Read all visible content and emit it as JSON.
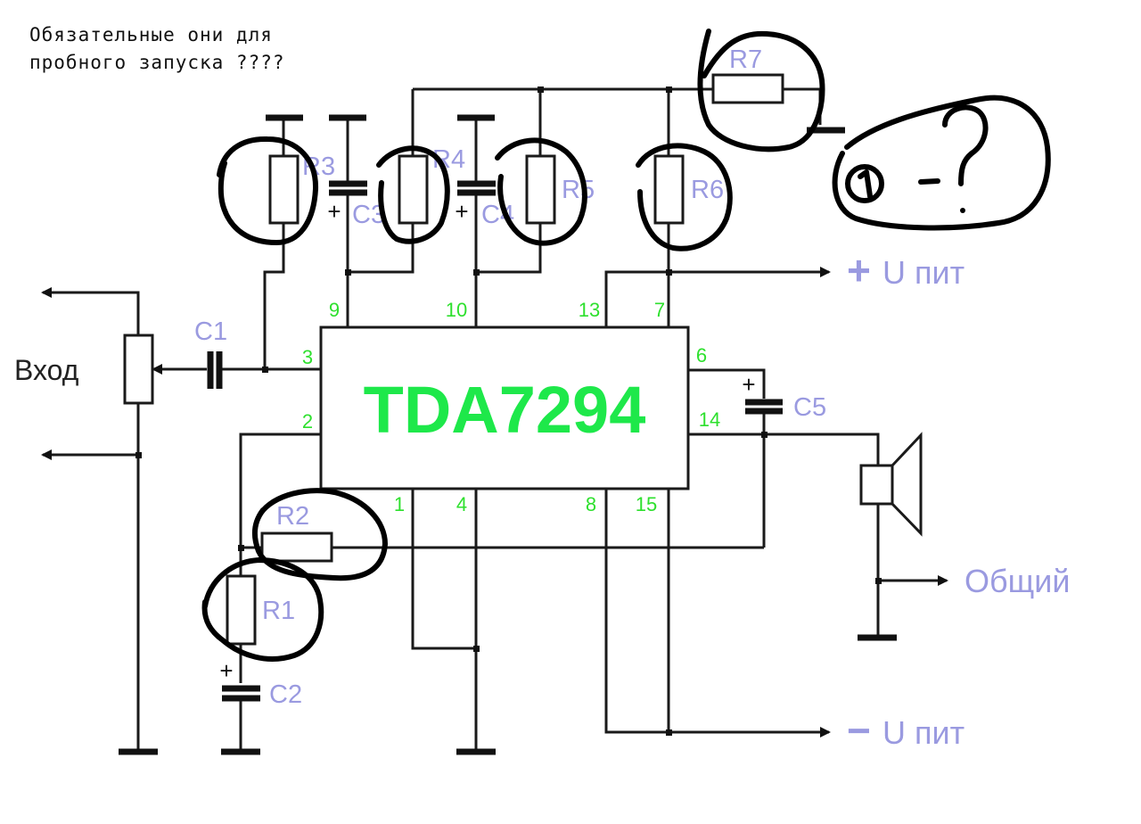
{
  "note": {
    "line1": "Обязательные они для",
    "line2": "пробного запуска ????"
  },
  "chip": {
    "name": "TDA7294",
    "pins": {
      "p9": "9",
      "p10": "10",
      "p13": "13",
      "p7": "7",
      "p3": "3",
      "p2": "2",
      "p6": "6",
      "p14": "14",
      "p1": "1",
      "p4": "4",
      "p8": "8",
      "p15": "15"
    }
  },
  "components": {
    "R1": "R1",
    "R2": "R2",
    "R3": "R3",
    "R4": "R4",
    "R5": "R5",
    "R6": "R6",
    "R7": "R7",
    "C1": "C1",
    "C2": "C2",
    "C3": "C3",
    "C4": "C4",
    "C5": "C5"
  },
  "terminals": {
    "input": "Вход",
    "vplus_sign": "+",
    "vplus": "U пит",
    "vminus_sign": "−",
    "vminus": "U пит",
    "common": "Общий"
  },
  "annotation": {
    "number": "1",
    "text": "-?"
  },
  "polarity": "+",
  "colors": {
    "label": "#9a9ae0",
    "pin": "#2ee02e",
    "chip": "#1ee84a",
    "ink": "#000000"
  }
}
